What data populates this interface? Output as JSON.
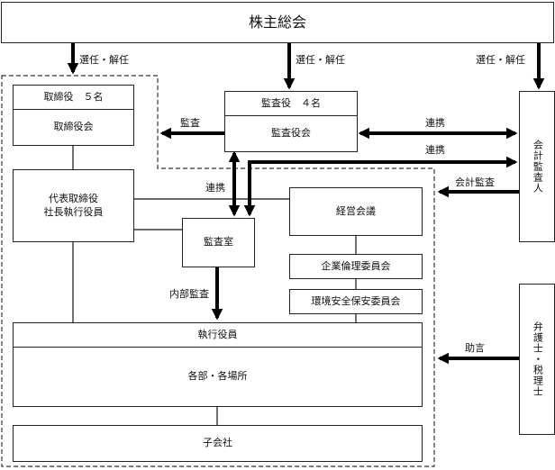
{
  "title": "株主総会",
  "labels": {
    "appoint_dismiss": "選任・解任",
    "audit": "監査",
    "cooperation": "連携",
    "accounting_audit": "会計監査",
    "internal_audit": "内部監査",
    "advice": "助言"
  },
  "nodes": {
    "directors_header": "取締役　５名",
    "board_of_directors": "取締役会",
    "auditors_header": "監査役　４名",
    "board_of_auditors": "監査役会",
    "accounting_auditor": "会計監査人",
    "president_line1": "代表取締役",
    "president_line2": "社長執行役員",
    "audit_office": "監査室",
    "management_meeting": "経営会議",
    "ethics_committee": "企業倫理委員会",
    "safety_committee": "環境安全保安委員会",
    "executive_officers": "執行役員",
    "departments": "各部・各場所",
    "subsidiaries": "子会社",
    "lawyers_tax": "弁護士・税理士"
  }
}
